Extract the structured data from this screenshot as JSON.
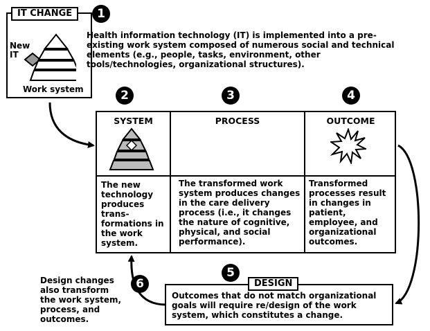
{
  "it_change": {
    "tag": "IT CHANGE",
    "number": "1",
    "new_it_label": "New\nIT",
    "work_system_label": "Work system",
    "description": "Health information technology (IT) is implemented into a pre-existing work system composed of numerous social and technical elements (e.g., people, tasks, environment, other tools/technologies, organizational structures)."
  },
  "steps": {
    "system": {
      "number": "2",
      "header": "SYSTEM",
      "text": "The new technology produces trans-formations in the work system."
    },
    "process": {
      "number": "3",
      "header": "PROCESS",
      "text": "The transformed work system produces changes in the care delivery process (i.e., it changes the nature of cognitive, physical, and social performance)."
    },
    "outcome": {
      "number": "4",
      "header": "OUTCOME",
      "text": "Transformed processes result in changes in patient, employee, and organizational outcomes."
    }
  },
  "design": {
    "number": "5",
    "tag": "DESIGN",
    "text": "Outcomes that do not match organizational goals will require re/design of the work system, which constitutes a change."
  },
  "feedback": {
    "number": "6",
    "text": "Design changes also transform the work system, process, and outcomes."
  }
}
